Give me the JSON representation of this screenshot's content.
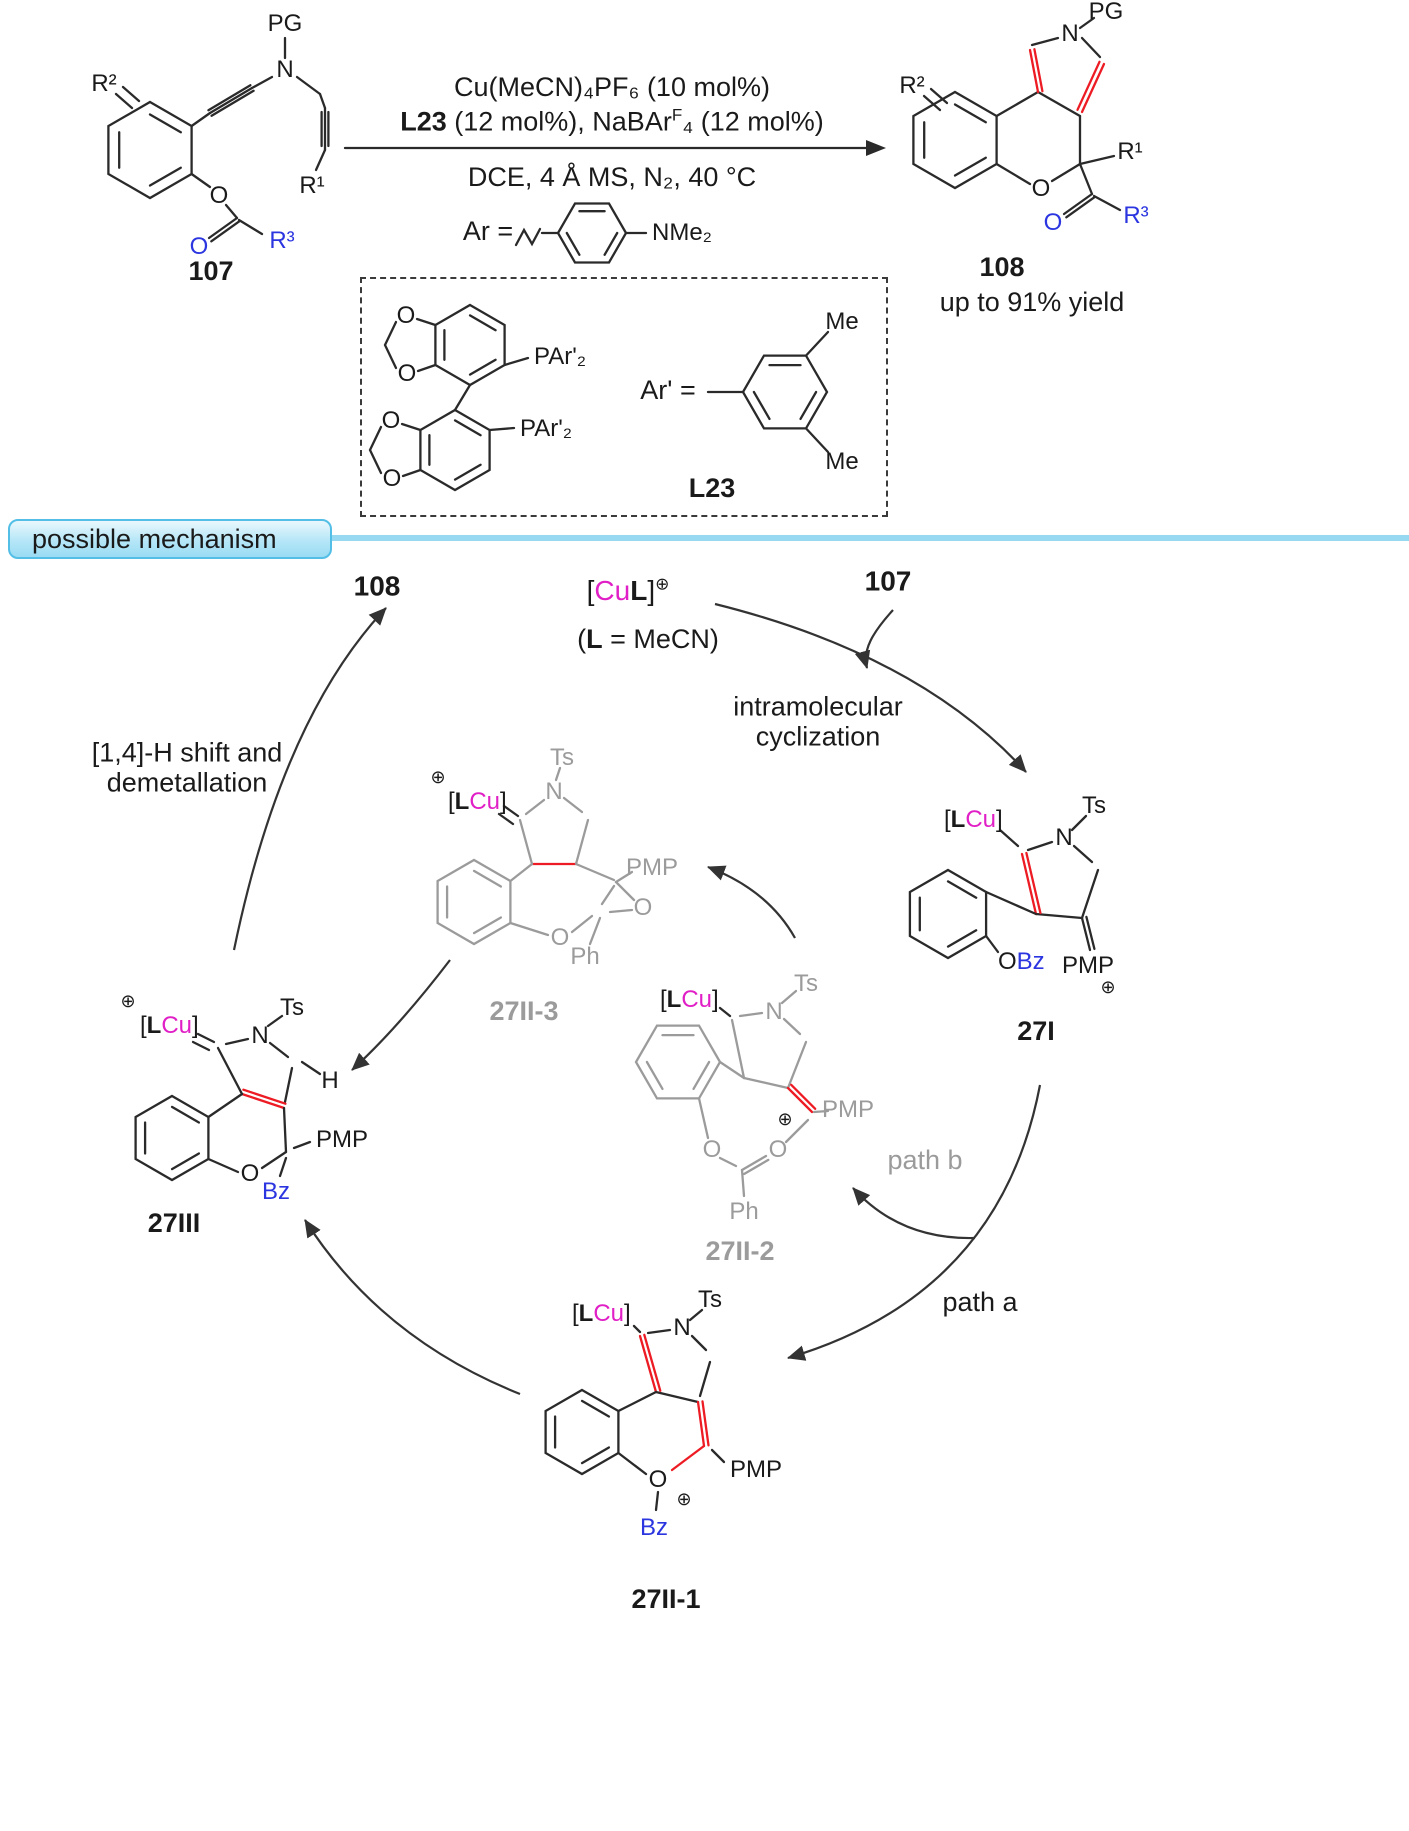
{
  "colors": {
    "highlight_red": "#ed1c24",
    "heteroatom_blue": "#2b35e0",
    "copper_magenta": "#e11fc6",
    "inactive_gray": "#9b9b9b",
    "banner_blue": "#9adcf4"
  },
  "scheme": {
    "reactant": {
      "id": "107",
      "pg": "PG",
      "n": "N",
      "r2": "R²",
      "r1": "R¹",
      "o_ester": "O",
      "o_carbonyl": "O",
      "r3": "R³"
    },
    "conditions": {
      "line1": "Cu(MeCN)₄PF₆ (10 mol%)",
      "line2_ligand": "L23",
      "line2_mid": " (12 mol%), NaBAr",
      "line2_sup": "F",
      "line2_end": "₄ (12 mol%)",
      "line3": "DCE, 4 Å MS, N₂, 40 °C",
      "ar_label": "Ar =",
      "nme2": "NMe₂"
    },
    "product": {
      "id": "108",
      "yield_text": "up to 91% yield",
      "pg": "PG",
      "n": "N",
      "r2": "R²",
      "r1": "R¹",
      "o_ring": "O",
      "o_carbonyl": "O",
      "r3": "R³"
    },
    "ligand": {
      "id": "L23",
      "o_top1": "O",
      "o_top2": "O",
      "o_bot1": "O",
      "o_bot2": "O",
      "par_top": "PAr'₂",
      "par_bottom": "PAr'₂",
      "ar_prime_label": "Ar' =",
      "me_top": "Me",
      "me_bottom": "Me"
    }
  },
  "mechanism": {
    "banner": "possible mechanism",
    "catalyst": {
      "open": "[",
      "cu": "Cu",
      "l": "L",
      "close": "]",
      "charge": "⊕",
      "note_open": "(",
      "note_l": "L",
      "note_rest": " = MeCN)"
    },
    "lcu": {
      "open": "[",
      "l": "L",
      "cu": "Cu",
      "close": "]"
    },
    "compound_108": "108",
    "compound_107": "107",
    "step_cyclization": "intramolecular cyclization",
    "step_h_shift": "[1,4]-H shift and demetallation",
    "path_a": "path a",
    "path_b": "path b",
    "charge": "⊕",
    "i27I": {
      "label": "27I",
      "ts": "Ts",
      "n": "N",
      "o": "O",
      "bz": "Bz",
      "pmp": "PMP"
    },
    "i27II1": {
      "label": "27II-1",
      "ts": "Ts",
      "n": "N",
      "o": "O",
      "bz": "Bz",
      "pmp": "PMP"
    },
    "i27II2": {
      "label": "27II-2",
      "ts": "Ts",
      "n": "N",
      "o1": "O",
      "o2": "O",
      "ph": "Ph",
      "pmp": "PMP"
    },
    "i27II3": {
      "label": "27II-3",
      "ts": "Ts",
      "n": "N",
      "o1": "O",
      "o2": "O",
      "ph": "Ph",
      "pmp": "PMP"
    },
    "i27III": {
      "label": "27III",
      "ts": "Ts",
      "n": "N",
      "h": "H",
      "o": "O",
      "bz": "Bz",
      "pmp": "PMP"
    }
  }
}
